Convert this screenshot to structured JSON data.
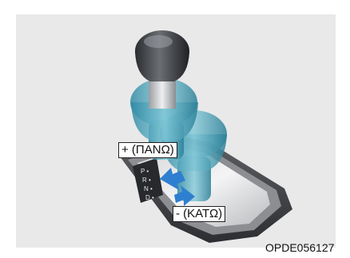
{
  "illustration": {
    "up_label": "+ (ΠΑΝΩ)",
    "down_label": "- (ΚΑΤΩ)",
    "image_code": "OPDE056127",
    "gate_letters": [
      "P",
      "R",
      "N",
      "D"
    ],
    "colors": {
      "background": "#e9e9ea",
      "arrow": "#2f7fd0",
      "ghost_knob": "#3e9bb1",
      "knob_dark": "#3a3d42",
      "knob_chrome": "#c9ccd0"
    }
  }
}
